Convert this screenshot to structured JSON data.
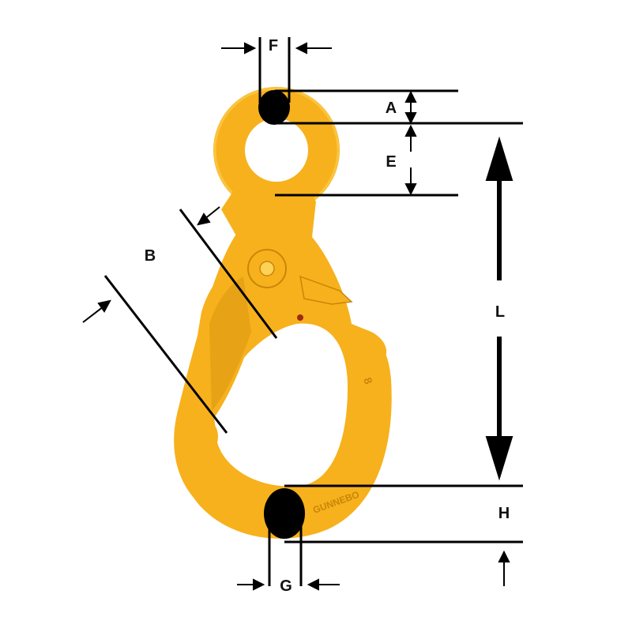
{
  "colors": {
    "hook_body": "#f7b11c",
    "hook_highlight": "#fcd257",
    "hook_shadow": "#c98608",
    "dimension_line": "#000000",
    "section_marker": "#000000",
    "background": "#ffffff"
  },
  "hook": {
    "part_name": "self-locking eye hook",
    "markings": [
      "GUNNEBO",
      "8"
    ]
  },
  "dimensions": {
    "A": "A",
    "B": "B",
    "E": "E",
    "F": "F",
    "G": "G",
    "H": "H",
    "L": "L"
  }
}
